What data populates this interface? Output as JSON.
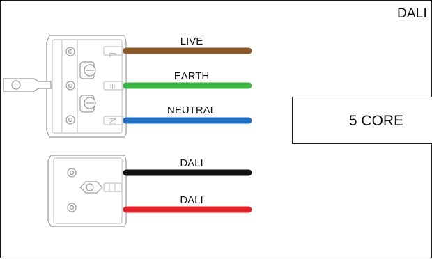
{
  "header": {
    "label": "DALI"
  },
  "wires": [
    {
      "label": "LIVE",
      "color": "#8a5a2b"
    },
    {
      "label": "EARTH",
      "color": "#3db343"
    },
    {
      "label": "NEUTRAL",
      "color": "#1f70c1"
    },
    {
      "label": "DALI",
      "color": "#111111"
    },
    {
      "label": "DALI",
      "color": "#e0242b"
    }
  ],
  "core_box": {
    "label": "5 CORE"
  },
  "connector_marks": {
    "live": "L",
    "earth": "≡",
    "neutral": "N"
  }
}
